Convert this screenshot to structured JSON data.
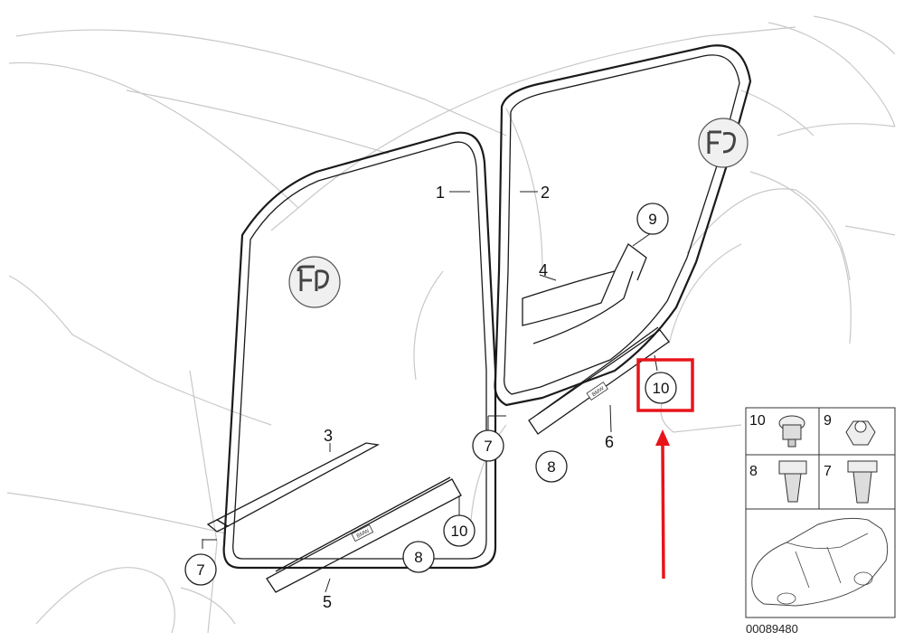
{
  "callouts": {
    "p1": "1",
    "p2": "2",
    "p3": "3",
    "p4": "4",
    "p5": "5",
    "p6": "6",
    "p7a": "7",
    "p7b": "7",
    "p8a": "8",
    "p8b": "8",
    "p9": "9",
    "p10a": "10",
    "p10b": "10"
  },
  "legend": {
    "cell_10": "10",
    "cell_9": "9",
    "cell_8": "8",
    "cell_7": "7"
  },
  "sill_badge": "BMW",
  "diagram_code": "00089480",
  "colors": {
    "highlight": "#e8141b",
    "line": "#1a1a1a",
    "ghost": "#c8c8c8"
  }
}
